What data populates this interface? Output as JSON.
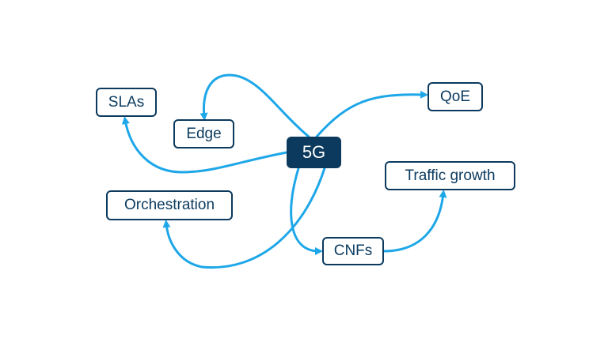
{
  "diagram": {
    "center": {
      "label": "5G"
    },
    "nodes": {
      "slas": "SLAs",
      "edge": "Edge",
      "qoe": "QoE",
      "traffic": "Traffic growth",
      "orchestration": "Orchestration",
      "cnfs": "CNFs"
    },
    "colors": {
      "connector": "#1ea7e8",
      "node_border": "#0b3a5e",
      "node_text": "#0b3a5e",
      "center_fill": "#0b3a5e",
      "center_text": "#ffffff",
      "background": "#ffffff"
    }
  }
}
